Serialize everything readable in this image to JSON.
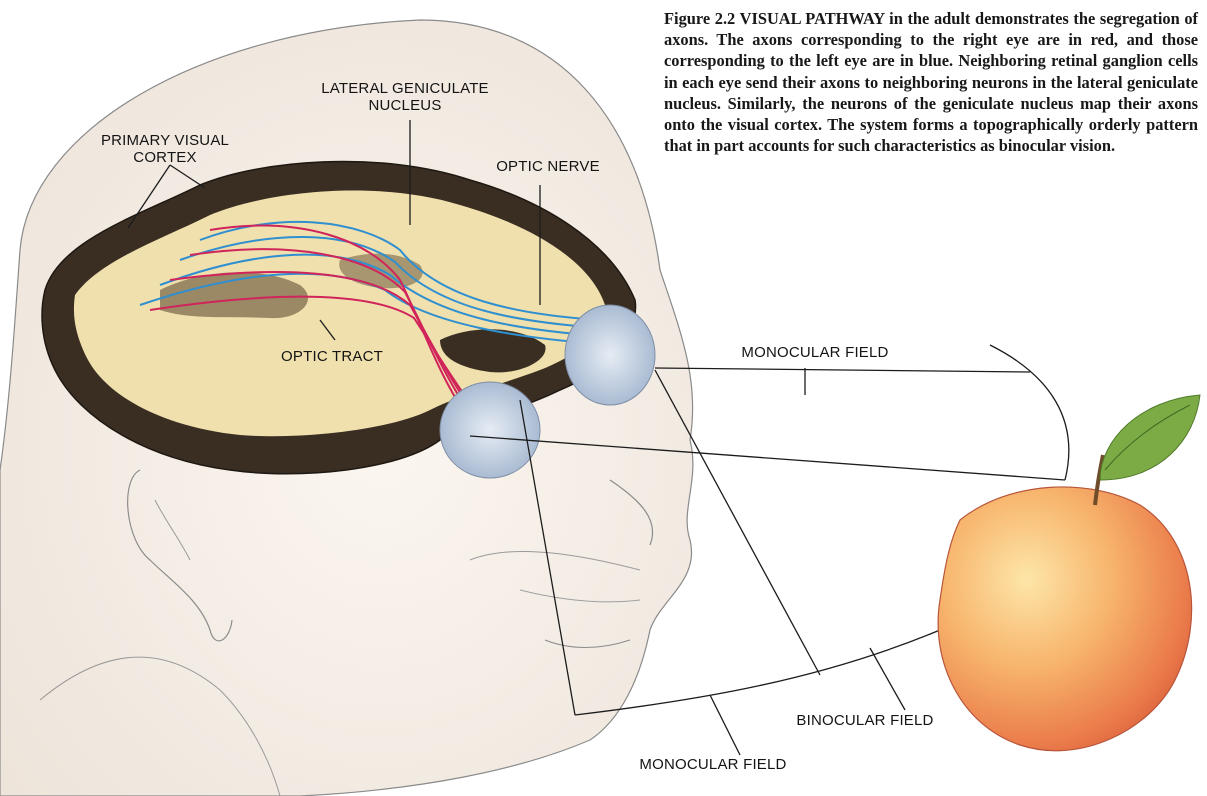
{
  "caption": {
    "figure_number": "Figure 2.2",
    "title": "VISUAL PATHWAY",
    "text": "in the adult demonstrates the segregation of axons. The axons corresponding to the right eye are in red, and those corresponding to the left eye are in blue. Neighboring retinal ganglion cells in each eye send their axons to neighboring neurons in the lateral geniculate nucleus. Similarly, the neurons of the geniculate nucleus map their axons onto the visual cortex. The system forms a topographically orderly pattern that in part accounts for such characteristics as binocular vision."
  },
  "labels": {
    "lgn_line1": "LATERAL GENICULATE",
    "lgn_line2": "NUCLEUS",
    "pvc_line1": "PRIMARY VISUAL",
    "pvc_line2": "CORTEX",
    "optic_nerve": "OPTIC NERVE",
    "optic_tract": "OPTIC TRACT",
    "monocular_top": "MONOCULAR FIELD",
    "binocular": "BINOCULAR FIELD",
    "monocular_bottom": "MONOCULAR FIELD"
  },
  "colors": {
    "right_eye_axons": "#d0245a",
    "left_eye_axons": "#2f8fd0",
    "brain_matter": "#f0e2b0",
    "cortex": "#3a2e22"
  }
}
